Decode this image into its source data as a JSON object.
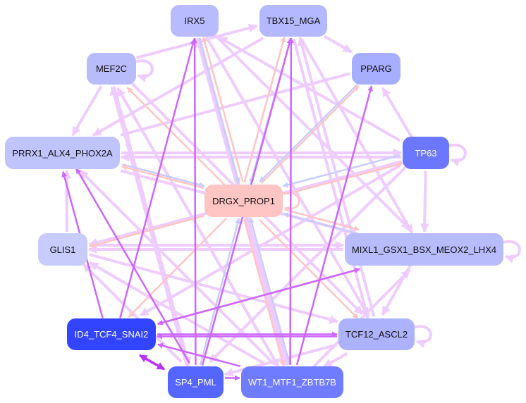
{
  "colors": {
    "light": "#eeccff",
    "purple": "#cc66ff",
    "pink": "#ffc4c4",
    "blue": "#c8ccff",
    "deep": "#bb33ff"
  },
  "nodes": [
    {
      "id": "IRX5",
      "label": "IRX5",
      "color": "#b8bcff"
    },
    {
      "id": "TBX15_MGA",
      "label": "TBX15_MGA",
      "color": "#b4b8ff"
    },
    {
      "id": "MEF2C",
      "label": "MEF2C",
      "color": "#b8bcfb"
    },
    {
      "id": "PPARG",
      "label": "PPARG",
      "color": "#a8aeff"
    },
    {
      "id": "PRRX1",
      "label": "PRRX1_ALX4_PHOX2A",
      "color": "#c0c4fc"
    },
    {
      "id": "TP63",
      "label": "TP63",
      "color": "#6b77ff",
      "dark": true
    },
    {
      "id": "DRGX",
      "label": "DRGX_PROP1",
      "color": "#ffc4c4"
    },
    {
      "id": "GLIS1",
      "label": "GLIS1",
      "color": "#c8ccfc"
    },
    {
      "id": "MIXL1",
      "label": "MIXL1_GSX1_BSX_MEOX2_LHX4",
      "color": "#b8bcfc"
    },
    {
      "id": "ID4",
      "label": "ID4_TCF4_SNAI2",
      "color": "#3344ff",
      "dark": true
    },
    {
      "id": "TCF12",
      "label": "TCF12_ASCL2",
      "color": "#acb2fc"
    },
    {
      "id": "SP4",
      "label": "SP4_PML",
      "color": "#5566ff",
      "dark": true
    },
    {
      "id": "WT1",
      "label": "WT1_MTF1_ZBTB7B",
      "color": "#6f7cff",
      "dark": true
    }
  ],
  "edges": [
    [
      "MEF2C",
      "TBX15_MGA",
      "light"
    ],
    [
      "MEF2C",
      "MEF2C",
      "light"
    ],
    [
      "MEF2C",
      "PRRX1",
      "light"
    ],
    [
      "MEF2C",
      "SP4",
      "light"
    ],
    [
      "MEF2C",
      "WT1",
      "light"
    ],
    [
      "MEF2C",
      "TCF12",
      "light"
    ],
    [
      "TBX15_MGA",
      "PPARG",
      "light"
    ],
    [
      "TBX15_MGA",
      "PRRX1",
      "light"
    ],
    [
      "TBX15_MGA",
      "DRGX",
      "blue"
    ],
    [
      "TBX15_MGA",
      "MIXL1",
      "light"
    ],
    [
      "TBX15_MGA",
      "TCF12",
      "light"
    ],
    [
      "IRX5",
      "DRGX",
      "blue"
    ],
    [
      "IRX5",
      "MIXL1",
      "light"
    ],
    [
      "IRX5",
      "TCF12",
      "light"
    ],
    [
      "IRX5",
      "WT1",
      "light"
    ],
    [
      "DRGX",
      "IRX5",
      "pink"
    ],
    [
      "DRGX",
      "TBX15_MGA",
      "pink"
    ],
    [
      "DRGX",
      "MEF2C",
      "pink"
    ],
    [
      "DRGX",
      "PPARG",
      "pink"
    ],
    [
      "DRGX",
      "PRRX1",
      "pink"
    ],
    [
      "DRGX",
      "TP63",
      "pink"
    ],
    [
      "DRGX",
      "GLIS1",
      "pink"
    ],
    [
      "DRGX",
      "MIXL1",
      "pink"
    ],
    [
      "DRGX",
      "ID4",
      "pink"
    ],
    [
      "DRGX",
      "TCF12",
      "pink"
    ],
    [
      "DRGX",
      "WT1",
      "pink"
    ],
    [
      "DRGX",
      "DRGX",
      "pink"
    ],
    [
      "PPARG",
      "PRRX1",
      "light"
    ],
    [
      "PPARG",
      "DRGX",
      "blue"
    ],
    [
      "TP63",
      "TP63",
      "light"
    ],
    [
      "TP63",
      "DRGX",
      "blue"
    ],
    [
      "TP63",
      "PRRX1",
      "light"
    ],
    [
      "TP63",
      "IRX5",
      "light"
    ],
    [
      "TP63",
      "MIXL1",
      "light"
    ],
    [
      "TP63",
      "ID4",
      "light"
    ],
    [
      "TP63",
      "SP4",
      "light"
    ],
    [
      "TP63",
      "PPARG",
      "light"
    ],
    [
      "TP63",
      "GLIS1",
      "light"
    ],
    [
      "PRRX1",
      "TP63",
      "light"
    ],
    [
      "PRRX1",
      "MIXL1",
      "light"
    ],
    [
      "PRRX1",
      "DRGX",
      "blue"
    ],
    [
      "GLIS1",
      "PRRX1",
      "light"
    ],
    [
      "GLIS1",
      "MIXL1",
      "light"
    ],
    [
      "GLIS1",
      "TCF12",
      "light"
    ],
    [
      "MIXL1",
      "GLIS1",
      "light"
    ],
    [
      "MIXL1",
      "MIXL1",
      "light"
    ],
    [
      "MIXL1",
      "TCF12",
      "light"
    ],
    [
      "MIXL1",
      "DRGX",
      "blue"
    ],
    [
      "MIXL1",
      "ID4",
      "purple"
    ],
    [
      "ID4",
      "TCF12",
      "purple"
    ],
    [
      "ID4",
      "MIXL1",
      "purple"
    ],
    [
      "ID4",
      "SP4",
      "deep"
    ],
    [
      "ID4",
      "IRX5",
      "purple"
    ],
    [
      "ID4",
      "PRRX1",
      "purple"
    ],
    [
      "TCF12",
      "TCF12",
      "light"
    ],
    [
      "TCF12",
      "WT1",
      "light"
    ],
    [
      "TCF12",
      "ID4",
      "purple"
    ],
    [
      "TCF12",
      "SP4",
      "light"
    ],
    [
      "TCF12",
      "TBX15_MGA",
      "light"
    ],
    [
      "SP4",
      "ID4",
      "deep"
    ],
    [
      "SP4",
      "DRGX",
      "blue"
    ],
    [
      "SP4",
      "IRX5",
      "purple"
    ],
    [
      "SP4",
      "TBX15_MGA",
      "purple"
    ],
    [
      "SP4",
      "PRRX1",
      "purple"
    ],
    [
      "SP4",
      "GLIS1",
      "light"
    ],
    [
      "SP4",
      "MEF2C",
      "light"
    ],
    [
      "SP4",
      "WT1",
      "purple"
    ],
    [
      "WT1",
      "DRGX",
      "blue"
    ],
    [
      "WT1",
      "IRX5",
      "light"
    ],
    [
      "WT1",
      "TBX15_MGA",
      "purple"
    ],
    [
      "WT1",
      "PPARG",
      "purple"
    ],
    [
      "WT1",
      "PRRX1",
      "light"
    ],
    [
      "WT1",
      "GLIS1",
      "light"
    ],
    [
      "WT1",
      "ID4",
      "purple"
    ],
    [
      "WT1",
      "MIXL1",
      "light"
    ],
    [
      "WT1",
      "MEF2C",
      "light"
    ]
  ]
}
